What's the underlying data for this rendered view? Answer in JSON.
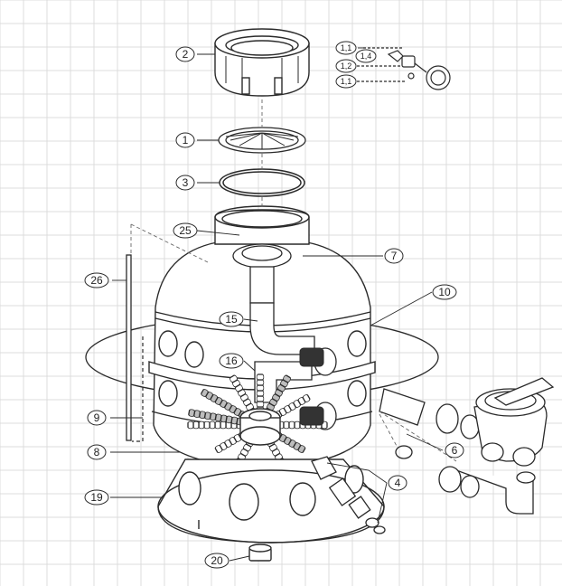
{
  "diagram": {
    "part_labels": {
      "p1": "1",
      "p2": "2",
      "p3": "3",
      "p4": "4",
      "p6": "6",
      "p7": "7",
      "p8": "8",
      "p9": "9",
      "p10": "10",
      "p15": "15",
      "p16": "16",
      "p19": "19",
      "p20": "20",
      "p25": "25",
      "p26": "26",
      "p11a": "1,1",
      "p14": "1,4",
      "p12": "1,2",
      "p11b": "1,1"
    },
    "colors": {
      "grid": "#dcdcdc",
      "ink": "#2a2a2a",
      "highlight": "#9a9a9a"
    }
  }
}
